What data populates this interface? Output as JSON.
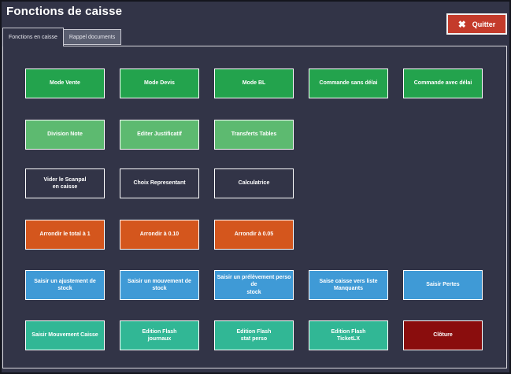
{
  "window": {
    "title": "Fonctions de caisse"
  },
  "quit_button": {
    "label": "Quitter",
    "icon": "close-x"
  },
  "tabs": [
    {
      "label": "Fonctions en caisse",
      "active": true
    },
    {
      "label": "Rappel documents",
      "active": false
    }
  ],
  "colors": {
    "window_bg": "#323447",
    "green": "#23a34d",
    "green-light": "#5dba70",
    "outline": "transparent",
    "orange": "#d4561d",
    "blue": "#3f9ad6",
    "teal": "#31b795",
    "dark-red": "#8a0d0d",
    "quit_red": "#c43b2b",
    "tab_inactive_bg": "#5a5e70"
  },
  "button_rows": [
    {
      "style": "green",
      "buttons": [
        {
          "label": "Mode Vente"
        },
        {
          "label": "Mode Devis"
        },
        {
          "label": "Mode BL"
        },
        {
          "label": "Commande sans délai"
        },
        {
          "label": "Commande avec délai"
        }
      ]
    },
    {
      "style": "green-light",
      "buttons": [
        {
          "label": "Division Note"
        },
        {
          "label": "Editer Justificatif"
        },
        {
          "label": "Transferts Tables"
        }
      ]
    },
    {
      "style": "outline",
      "buttons": [
        {
          "label": "Vider le Scanpal\nen caisse"
        },
        {
          "label": "Choix Representant"
        },
        {
          "label": "Calculatrice"
        }
      ]
    },
    {
      "style": "orange",
      "buttons": [
        {
          "label": "Arrondir le total à 1"
        },
        {
          "label": "Arrondir à 0.10"
        },
        {
          "label": "Arrondir à 0.05"
        }
      ]
    },
    {
      "style": "blue",
      "buttons": [
        {
          "label": "Saisir un ajustement de stock"
        },
        {
          "label": "Saisir un mouvement de stock"
        },
        {
          "label": "Saisir un prélèvement perso de\nstock"
        },
        {
          "label": "Saise caisse vers liste\nManquants"
        },
        {
          "label": "Saisir Pertes"
        }
      ]
    },
    {
      "style": "teal",
      "buttons": [
        {
          "label": "Saisir Mouvement Caisse"
        },
        {
          "label": "Edition Flash\njournaux"
        },
        {
          "label": "Edition Flash\nstat perso"
        },
        {
          "label": "Edition Flash\nTicketLX"
        },
        {
          "label": "Clôture",
          "style": "dark-red"
        }
      ]
    }
  ],
  "layout_row_tops": [
    28,
    93,
    155,
    220,
    284,
    348
  ]
}
